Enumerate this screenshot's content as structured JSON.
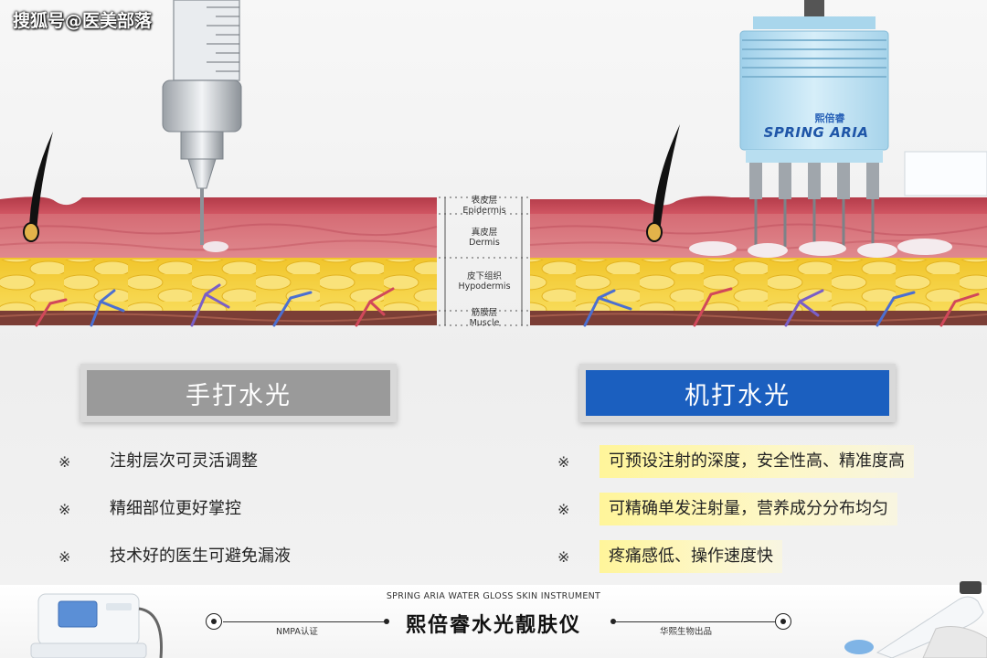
{
  "watermark": "搜狐号@医美部落",
  "device_brand": {
    "chinese": "熙倍睿",
    "english": "SPRING ARIA"
  },
  "layers": [
    {
      "cn": "表皮层",
      "en": "Epidermis"
    },
    {
      "cn": "真皮层",
      "en": "Dermis"
    },
    {
      "cn": "皮下组织",
      "en": "Hypodermis"
    },
    {
      "cn": "筋膜层",
      "en": "Muscle"
    }
  ],
  "left_panel": {
    "title": "手打水光",
    "bullet_mark": "※",
    "points": [
      "注射层次可灵活调整",
      "精细部位更好掌控",
      "技术好的医生可避免漏液"
    ]
  },
  "right_panel": {
    "title": "机打水光",
    "bullet_mark": "※",
    "points": [
      "可预设注射的深度，安全性高、精准度高",
      "可精确单发注射量，营养成分分布均匀",
      "疼痛感低、操作速度快"
    ]
  },
  "footer": {
    "subtitle": "SPRING ARIA WATER GLOSS SKIN INSTRUMENT",
    "title": "熙倍睿水光靓肤仪",
    "left_note": "NMPA认证",
    "right_note": "华熙生物出品"
  },
  "colors": {
    "manual_title_bg": "#9a9a9a",
    "machine_title_bg": "#1b5fbf",
    "highlight": "#fff59a",
    "epidermis": "#c94a55",
    "dermis": "#d9707a",
    "fat": "#f6d23a",
    "muscle": "#8b4a3c"
  },
  "icons": [
    "syringe-icon",
    "injector-device-icon",
    "hair-follicle-icon",
    "bullet-mark-icon",
    "target-circle-icon"
  ]
}
